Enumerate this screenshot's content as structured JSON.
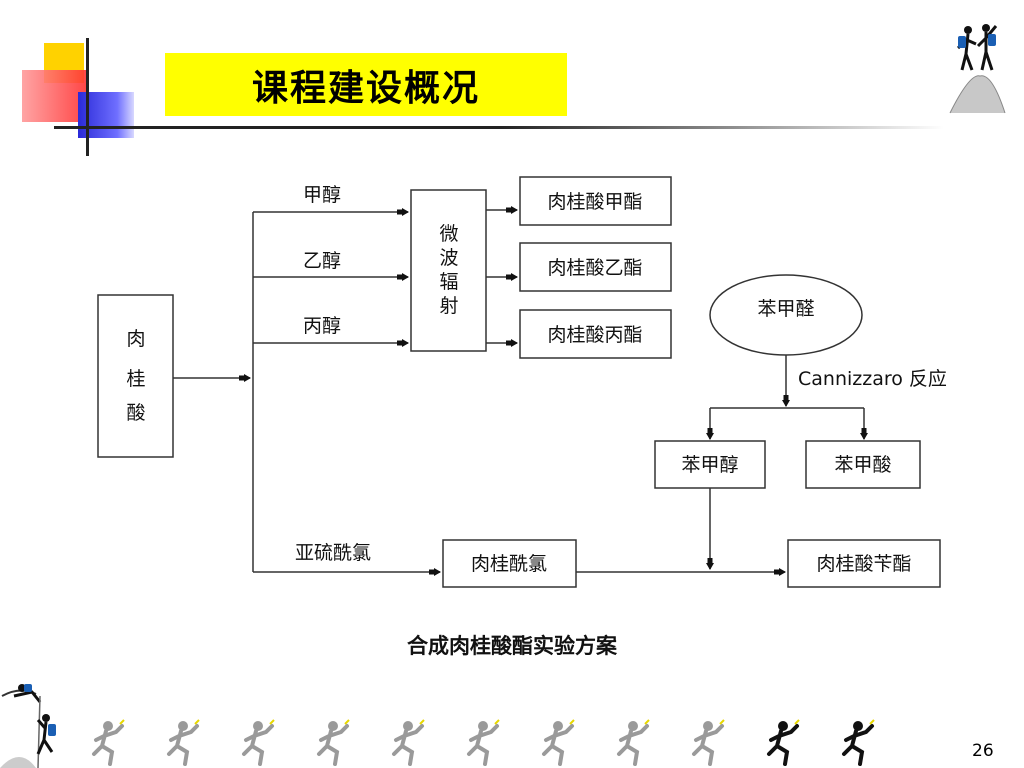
{
  "slide": {
    "title": "课程建设概况",
    "page_number": "26",
    "caption": "合成肉桂酸酯实验方案"
  },
  "diagram": {
    "start": "肉\n桂\n酸",
    "alcohols": [
      "甲醇",
      "乙醇",
      "丙醇"
    ],
    "microwave": "微\n波\n辐\n射",
    "esters": [
      "肉桂酸甲酯",
      "肉桂酸乙酯",
      "肉桂酸丙酯"
    ],
    "benzaldehyde": "苯甲醛",
    "reaction": "Cannizzaro 反应",
    "products": [
      "苯甲醇",
      "苯甲酸"
    ],
    "thionyl": "亚硫酰氯",
    "acyl_chloride": "肉桂酰氯",
    "final": "肉桂酸苄酯"
  },
  "colors": {
    "title_bg": "#ffff00",
    "accent_yellow": "#ffd200",
    "accent_red": "#ff3030",
    "accent_blue": "#2a2ad8"
  },
  "icons": {
    "top_right": "climbers-icon",
    "bottom_left": "climber-icon",
    "footer": "running-figure-icon"
  }
}
